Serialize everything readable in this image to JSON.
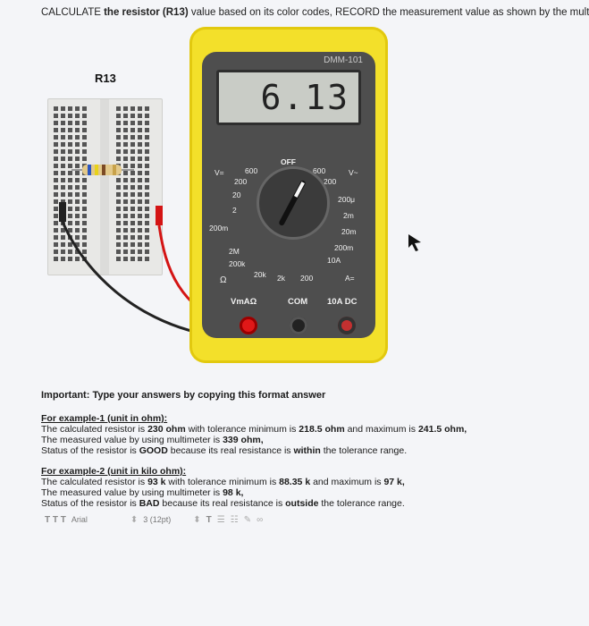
{
  "instruction": {
    "prefix": "CALCULATE ",
    "bold": "the resistor (R13)",
    "rest": " value based on its color codes, RECORD the measurement value as shown by the multi"
  },
  "circuit": {
    "resistor_label": "R13"
  },
  "meter": {
    "brand": "DMM-101",
    "reading": "6.13",
    "dial_labels": [
      "OFF",
      "V=",
      "600",
      "200",
      "20",
      "2",
      "200m",
      "2M",
      "200k",
      "20k",
      "2k",
      "200",
      "Ω",
      "600",
      "200",
      "V~",
      "200μ",
      "2m",
      "20m",
      "200m",
      "10A",
      "A="
    ],
    "ports": [
      "VmAΩ",
      "COM",
      "10A DC"
    ]
  },
  "answer": {
    "important": "Important: Type your answers by copying this format answer",
    "ex1_title": "For example-1 (unit in ohm):",
    "ex1_l1a": "The calculated resistor is ",
    "ex1_l1b": "230 ohm",
    "ex1_l1c": " with tolerance minimum is ",
    "ex1_l1d": "218.5 ohm",
    "ex1_l1e": " and maximum is ",
    "ex1_l1f": "241.5 ohm,",
    "ex1_l2a": "The measured value by using multimeter is ",
    "ex1_l2b": "339 ohm,",
    "ex1_l3a": "Status of the resistor is ",
    "ex1_l3b": "GOOD",
    "ex1_l3c": " because its real resistance is ",
    "ex1_l3d": "within",
    "ex1_l3e": " the tolerance range.",
    "ex2_title": "For example-2 (unit in kilo ohm):",
    "ex2_l1a": "The calculated resistor is ",
    "ex2_l1b": "93 k",
    "ex2_l1c": " with tolerance minimum is ",
    "ex2_l1d": "88.35 k",
    "ex2_l1e": " and maximum is ",
    "ex2_l1f": "97 k,",
    "ex2_l2a": "The measured value by using multimeter is ",
    "ex2_l2b": "98 k,",
    "ex2_l3a": "Status of the resistor is ",
    "ex2_l3b": "BAD",
    "ex2_l3c": " because its real resistance is ",
    "ex2_l3d": "outside",
    "ex2_l3e": " the tolerance range."
  },
  "toolbar": {
    "text_styles": "T T T",
    "font": "Arial",
    "size": "3 (12pt)"
  }
}
